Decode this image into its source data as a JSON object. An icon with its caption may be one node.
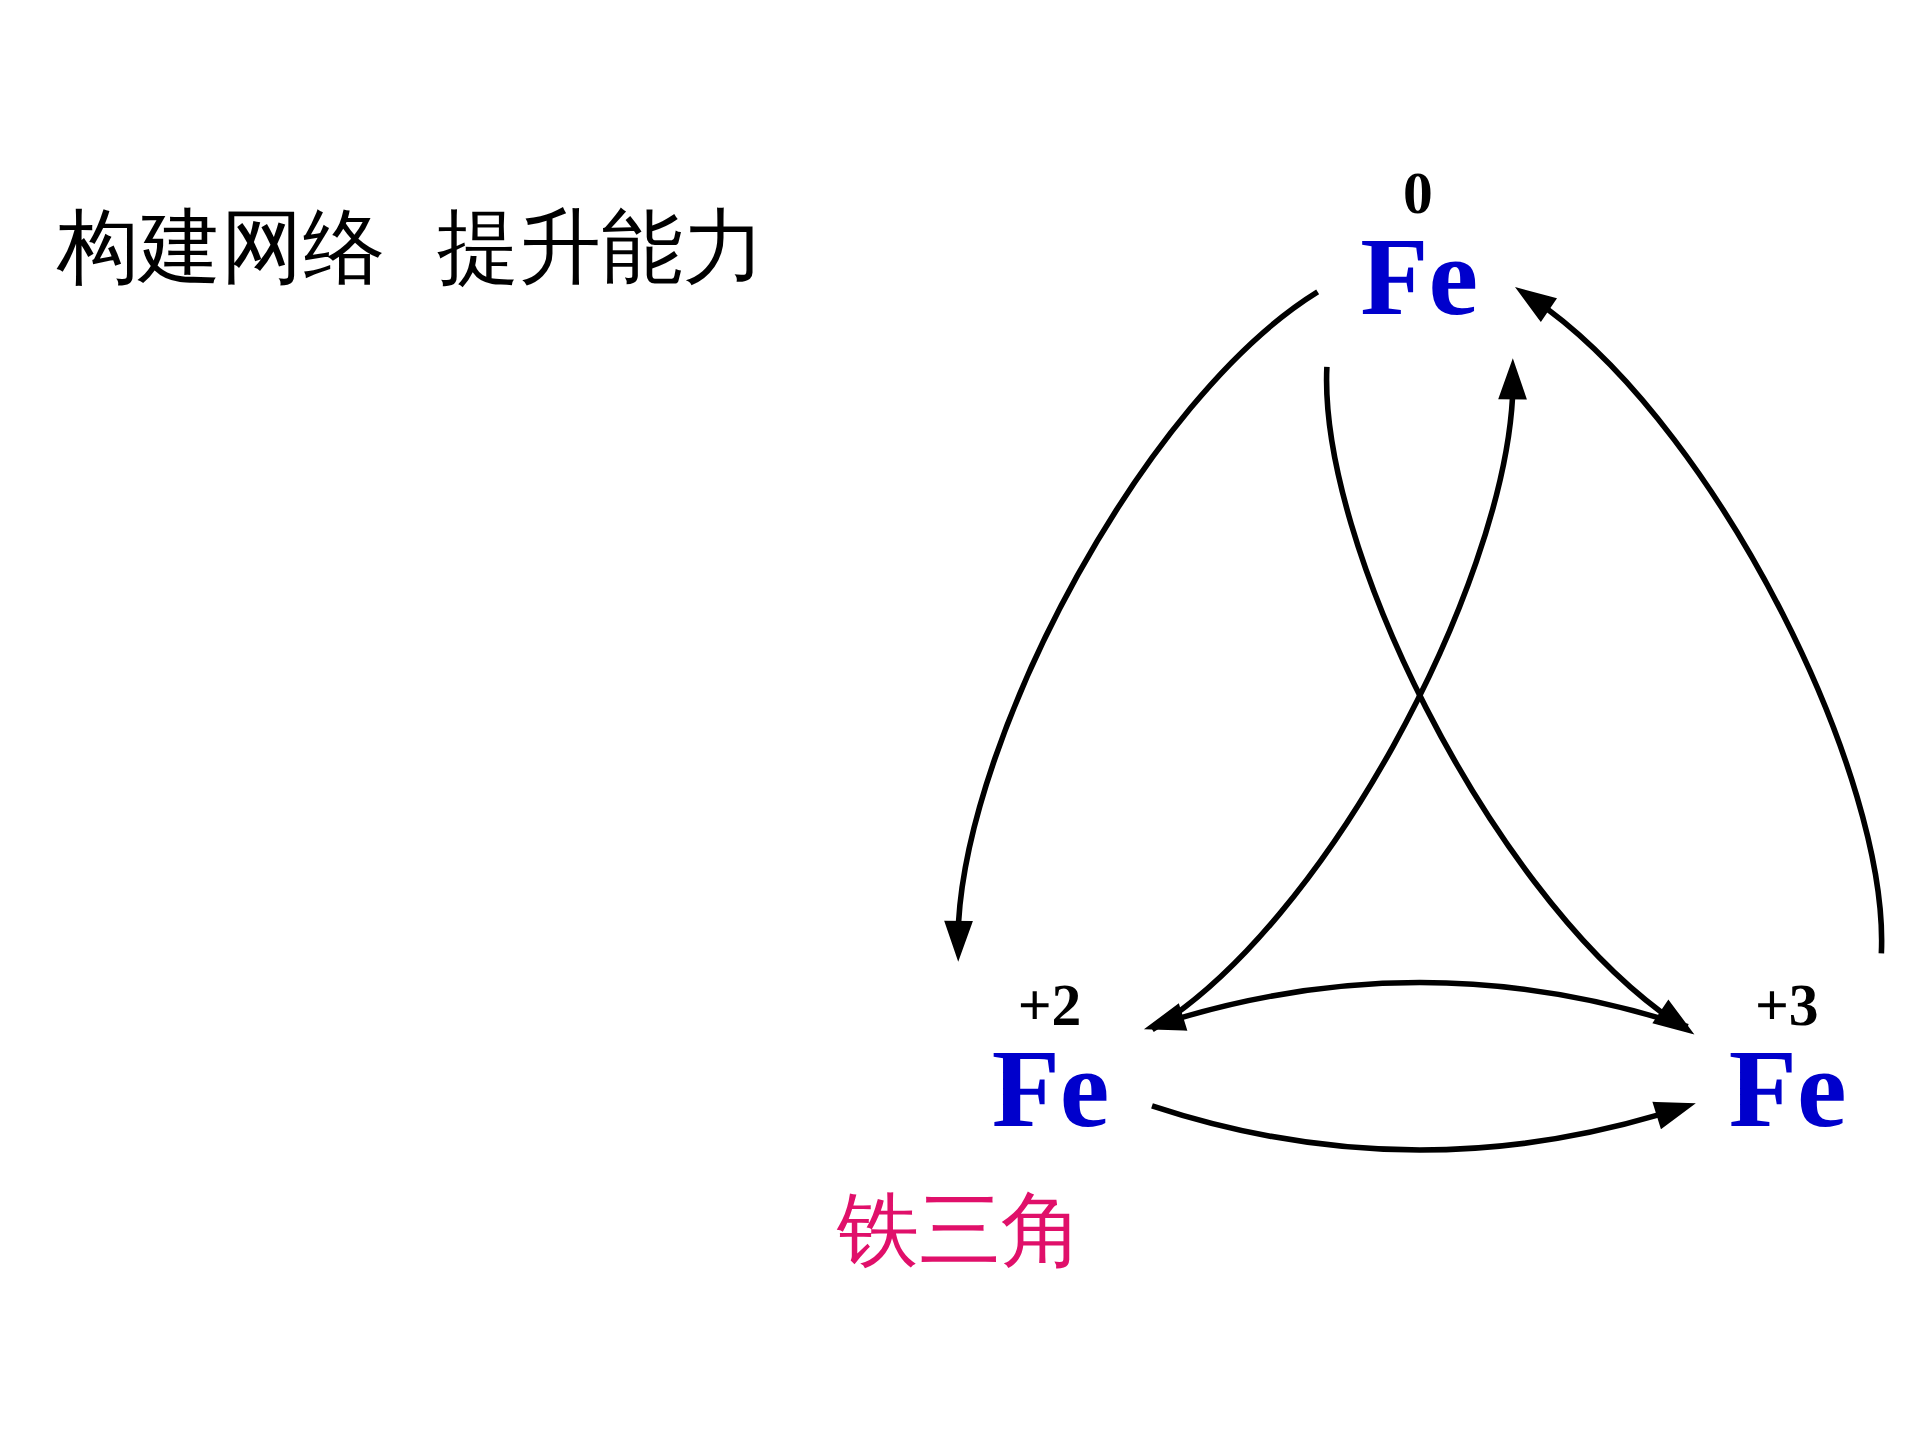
{
  "diagram": {
    "title": "构建网络  提升能力",
    "caption": "铁三角",
    "nodes": [
      {
        "text": [
          "0",
          "Fe"
        ]
      },
      {
        "text": [
          "+2",
          "Fe"
        ]
      },
      {
        "text": [
          "+3",
          "Fe"
        ]
      }
    ],
    "edges": [
      {
        "from": 0,
        "to": 1,
        "arrow": "to"
      },
      {
        "from": 1,
        "to": 0,
        "arrow": "to"
      },
      {
        "from": 2,
        "to": 0,
        "arrow": "to"
      },
      {
        "from": 0,
        "to": 2,
        "arrow": "to"
      },
      {
        "from": 1,
        "to": 2,
        "arrow": "to"
      },
      {
        "from": 2,
        "to": 1,
        "arrow": "to"
      }
    ]
  }
}
